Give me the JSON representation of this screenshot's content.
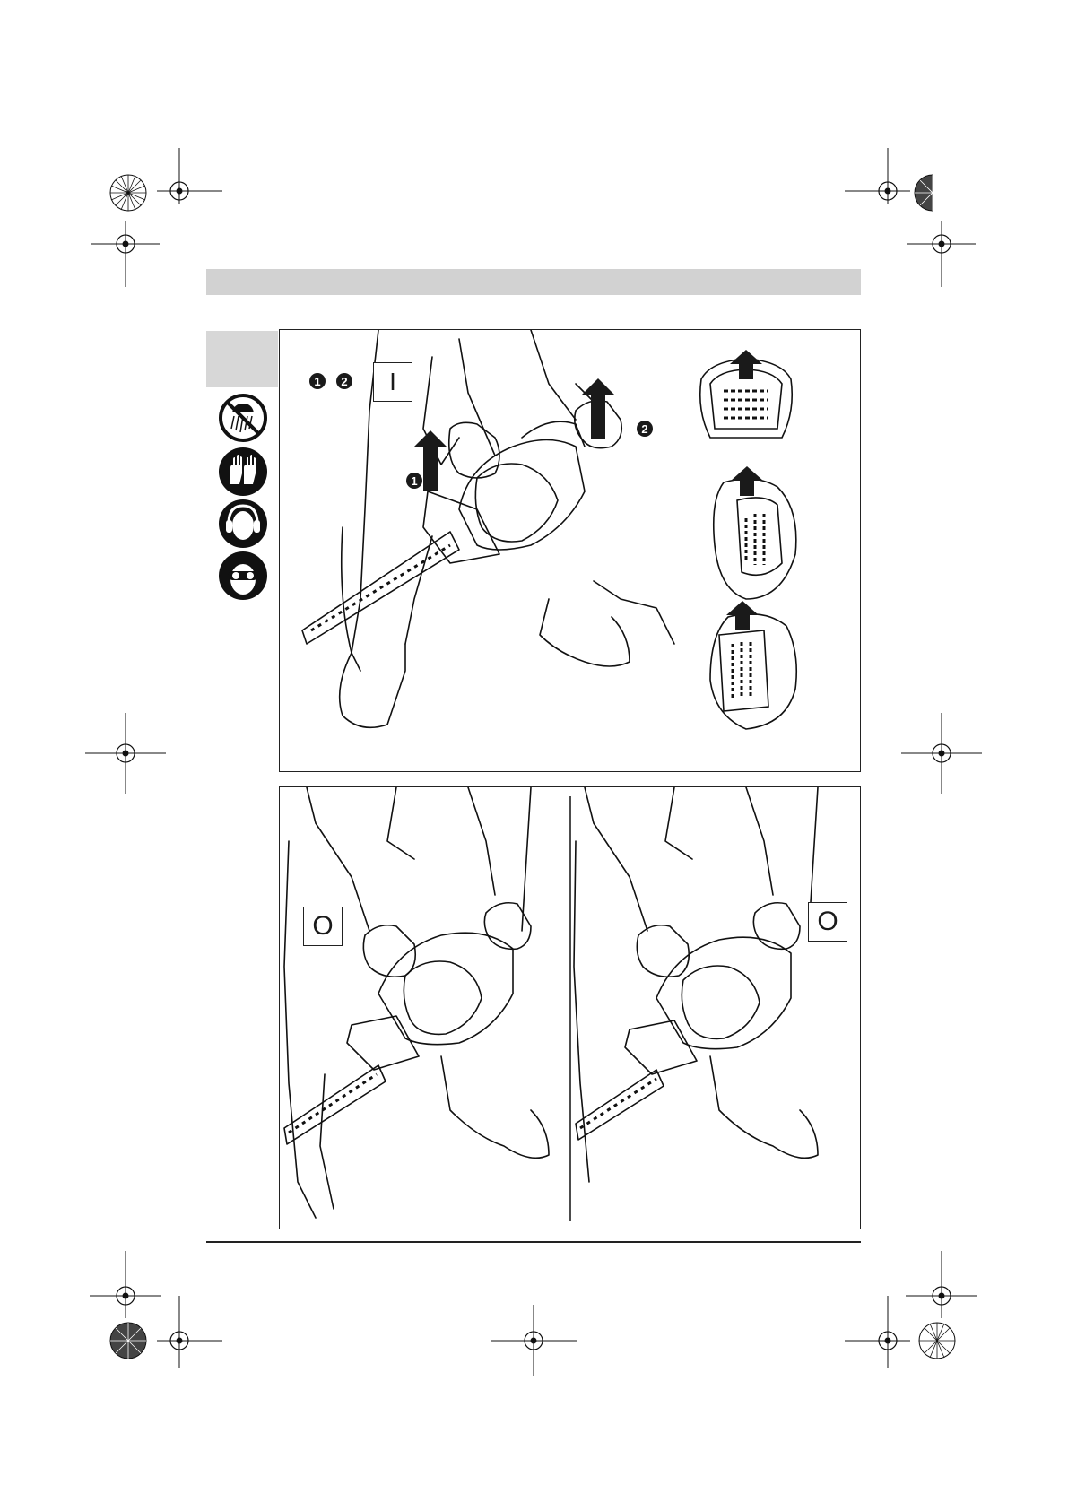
{
  "page": {
    "background": "#ffffff",
    "header_bar_color": "#d2d2d2",
    "side_tab_color": "#d7d7d7"
  },
  "ppe_icons": [
    {
      "name": "no-rain-icon"
    },
    {
      "name": "gloves-icon"
    },
    {
      "name": "ear-protection-icon"
    },
    {
      "name": "eye-protection-icon"
    }
  ],
  "panel_top": {
    "step_labels": [
      "1",
      "2"
    ],
    "switch_symbol": "I",
    "arrow_labels": [
      "1",
      "2"
    ],
    "switch_detail_views": 3
  },
  "panel_bottom": {
    "left_switch_symbol": "O",
    "right_switch_symbol": "O"
  }
}
